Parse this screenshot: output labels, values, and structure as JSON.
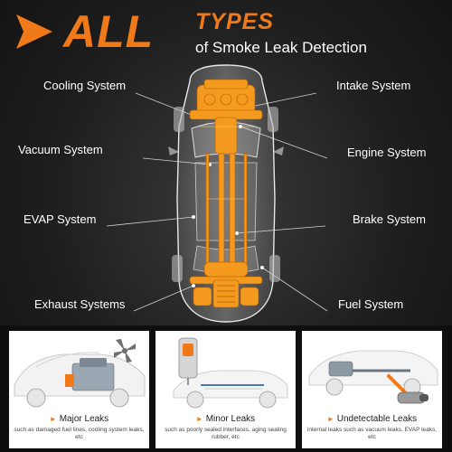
{
  "header": {
    "big_word": "ALL",
    "types_word": "TYPES",
    "subtitle": "of Smoke Leak Detection",
    "accent_color": "#f07a1a"
  },
  "systems_left": [
    {
      "label": "Cooling System"
    },
    {
      "label": "Vacuum System"
    },
    {
      "label": "EVAP System"
    },
    {
      "label": "Exhaust Systems"
    }
  ],
  "systems_right": [
    {
      "label": "Intake System"
    },
    {
      "label": "Engine System"
    },
    {
      "label": "Brake System"
    },
    {
      "label": "Fuel System"
    }
  ],
  "leak_types": [
    {
      "title": "Major Leaks",
      "description": "such as damaged fuel lines, cooling system leaks, etc"
    },
    {
      "title": "Minor Leaks",
      "description": "such as poorly sealed interfaces, aging sealing rubber, etc"
    },
    {
      "title": "Undetectable Leaks",
      "description": "internal leaks such as vacuum leaks, EVAP leaks, etc"
    }
  ],
  "icons": [
    "play-arrow-icon",
    "car-xray-illustration",
    "engine-bay-illustration",
    "fuel-pump-illustration",
    "exhaust-pipe-illustration"
  ]
}
